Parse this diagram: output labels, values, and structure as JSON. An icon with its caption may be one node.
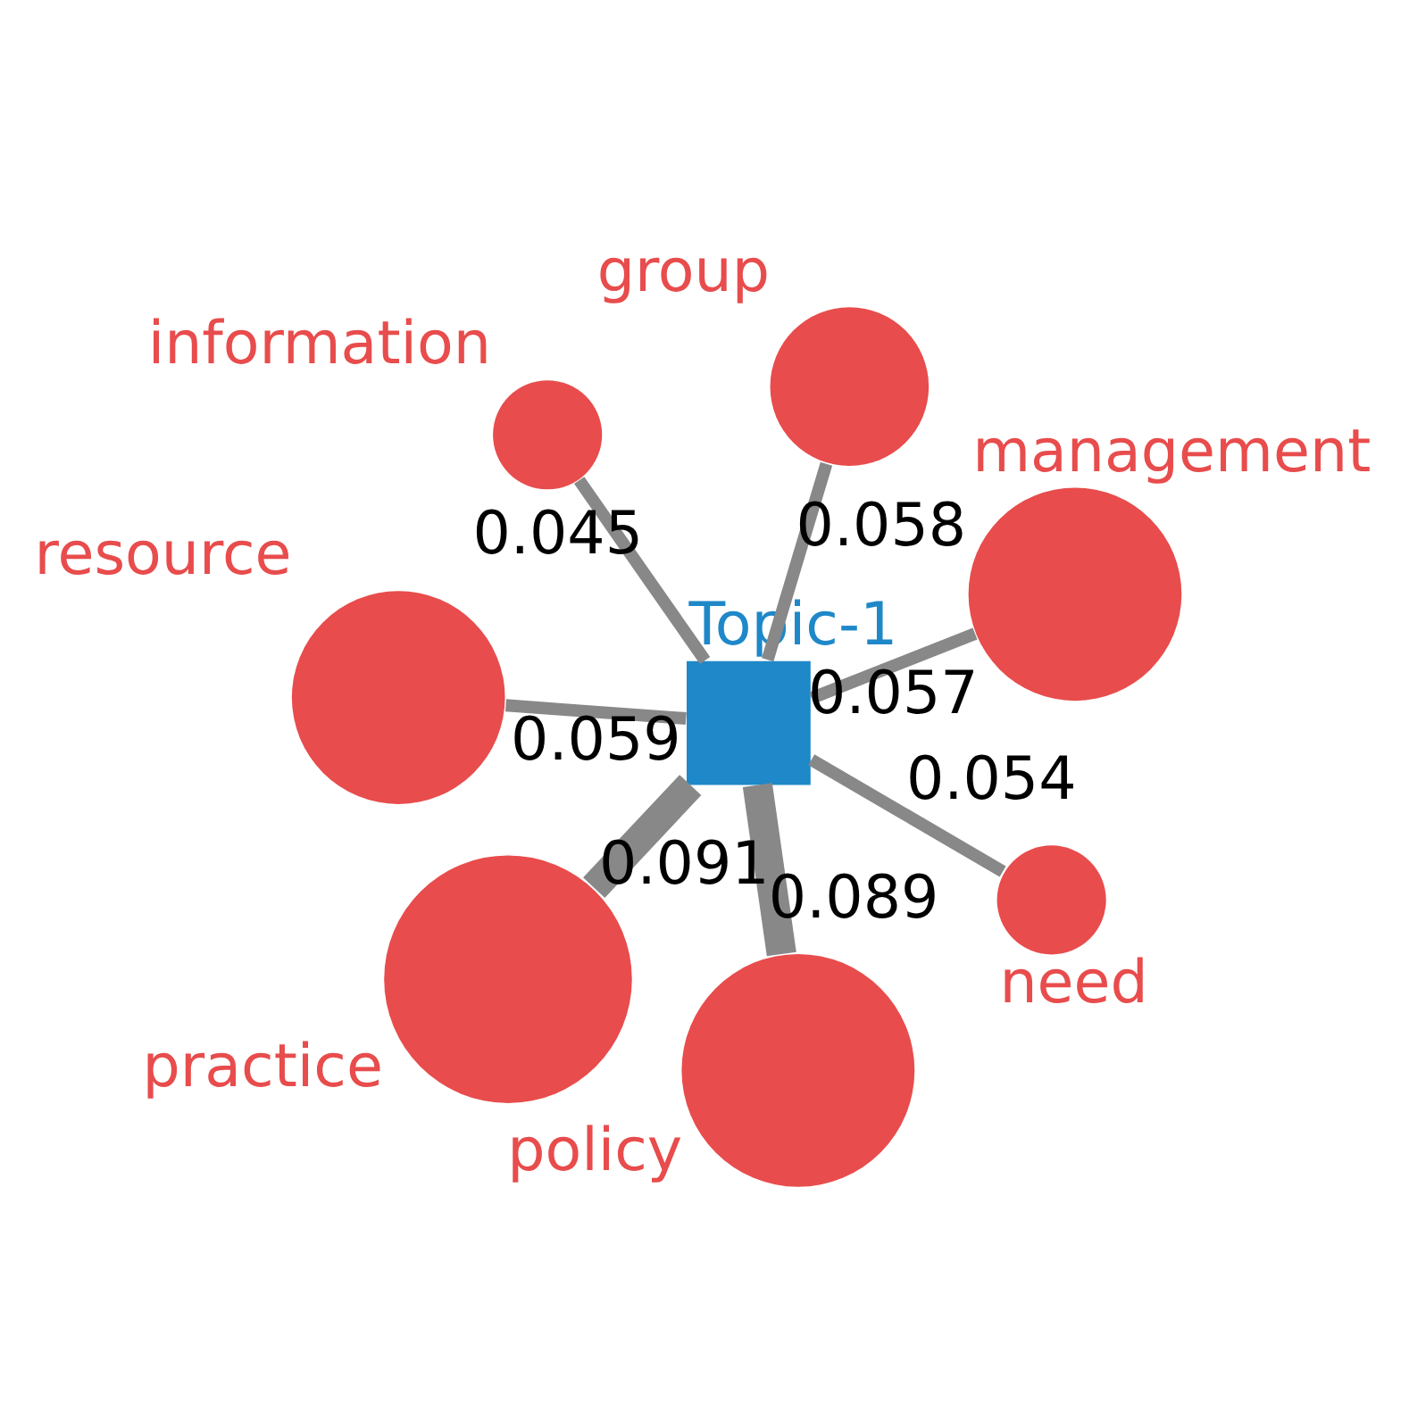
{
  "diagram": {
    "nodes": [
      {
        "text": [
          "information"
        ]
      },
      {
        "text": [
          "management"
        ]
      },
      {
        "text": [
          "policy"
        ]
      },
      {
        "text": [
          "Topic-1"
        ]
      },
      {
        "text": [
          "group"
        ]
      },
      {
        "text": [
          "resource"
        ]
      },
      {
        "text": [
          "practice"
        ]
      },
      {
        "text": [
          "need"
        ]
      }
    ],
    "edges": [
      {
        "from": 3,
        "to": 0,
        "arrow": "none",
        "label": "0.045"
      },
      {
        "from": 3,
        "to": 1,
        "arrow": "none",
        "label": "0.057"
      },
      {
        "from": 3,
        "to": 4,
        "arrow": "none",
        "label": "0.058"
      },
      {
        "from": 3,
        "to": 6,
        "arrow": "none",
        "label": "0.091",
        "style": "thick"
      },
      {
        "from": 3,
        "to": 7,
        "arrow": "none",
        "label": "0.054"
      },
      {
        "from": 3,
        "to": 5,
        "arrow": "none",
        "label": "0.059"
      },
      {
        "from": 3,
        "to": 2,
        "arrow": "none",
        "label": "0.089",
        "style": "thick"
      }
    ]
  }
}
